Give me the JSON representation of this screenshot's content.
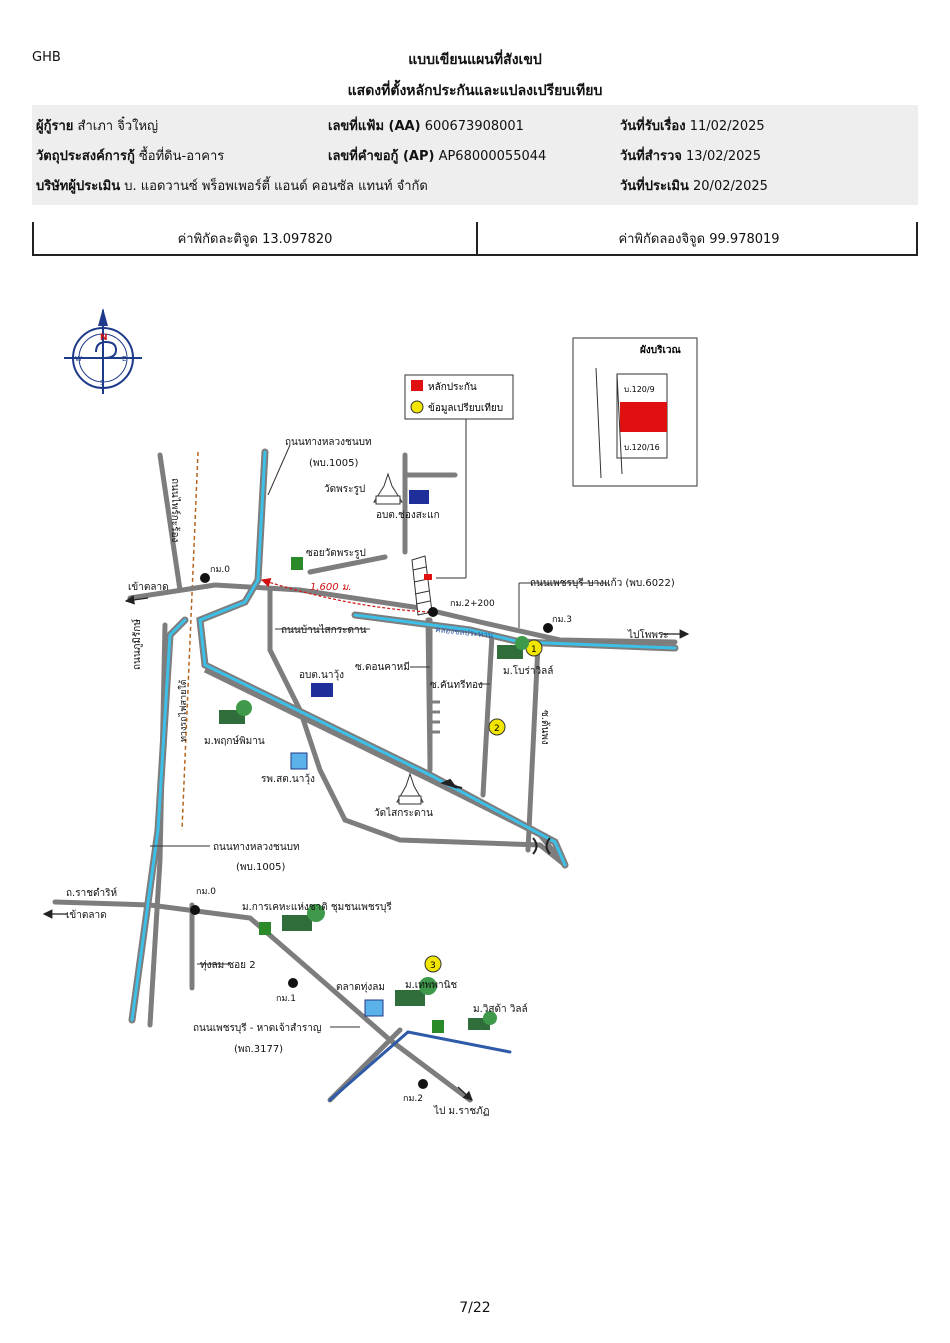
{
  "header": {
    "brand": "GHB",
    "title_line1": "แบบเขียนแผนที่สังเขป",
    "title_line2": "แสดงที่ตั้งหลักประกันและแปลงเปรียบเทียบ"
  },
  "info": {
    "borrower_label": "ผู้กู้ราย",
    "borrower_value": "สำเภา จิ๋วใหญ่",
    "file_no_label": "เลขที่แฟ้ม (AA)",
    "file_no_value": "600673908001",
    "received_label": "วันที่รับเรื่อง",
    "received_value": "11/02/2025",
    "purpose_label": "วัตถุประสงค์การกู้",
    "purpose_value": "ซื้อที่ดิน-อาคาร",
    "request_no_label": "เลขที่คำขอกู้ (AP)",
    "request_no_value": "AP68000055044",
    "survey_label": "วันที่สำรวจ",
    "survey_value": "13/02/2025",
    "appraiser_label": "บริษัทผู้ประเมิน",
    "appraiser_value": "บ. แอดวานซ์ พร็อพเพอร์ตี้ แอนด์ คอนซัล แทนท์ จำกัด",
    "appraisal_label": "วันที่ประเมิน",
    "appraisal_value": "20/02/2025"
  },
  "coords": {
    "latitude": "ค่าพิกัดละติจูด 13.097820",
    "longitude": "ค่าพิกัดลองจิจูด 99.978019"
  },
  "map": {
    "compass_n": "N",
    "compass_s": "S",
    "compass_e": "E",
    "compass_w": "W",
    "legend_collateral": "หลักประกัน",
    "legend_comparison": "ข้อมูลเปรียบเทียบ",
    "inset_title": "ผังบริเวณ",
    "inset_plot_top": "บ.120/9",
    "inset_plot_bottom": "บ.120/16",
    "road_highway_top": "ถนนทางหลวงชนบท",
    "road_highway_top_code": "(พบ.1005)",
    "road_phrai_rong": "ถนนไพร์กะร้อง",
    "wat_phra_rup": "วัดพระรูป",
    "obt_nong_sakae": "อบต.ช่องสะแก",
    "soi_wat_phra_rup": "ซอยวัดพระรูป",
    "km0_top": "กม.0",
    "to_market_top": "เข้าตลาด",
    "distance": "1,600 ม.",
    "km2_200": "กม.2+200",
    "road_phetchaburi_bangkaew": "ถนนเพชรบุรี-บางแก้ว (พบ.6022)",
    "km3": "กม.3",
    "to_pho_phra": "ไปโพพระ",
    "canal": "คลองชลประทาน",
    "road_ban_sai": "ถนนบ้านไสกระดาน",
    "obt_na_rung": "อบต.นาวุ้ง",
    "soi_don_kha_mi": "ซ.ดอนคาหมี",
    "soi_khan_tree_thong": "ซ.คันทรีทอง",
    "village_bora_villa": "ม.โบร่าวิลล์",
    "soi_ton_phong": "ซ.ต้นพง",
    "village_phruksa": "ม.พฤกษ์พิมาน",
    "hospital_na_rung": "รพ.สต.นาวุ้ง",
    "wat_sai_kradan": "วัดไสกระดาน",
    "road_phumirak": "ถนนภูมิรักษ์",
    "railway": "ทางรถไฟสายใต้",
    "road_highway_bottom": "ถนนทางหลวงชนบท",
    "road_highway_bottom_code": "(พบ.1005)",
    "road_ratchawithi": "ถ.ราชดำริห์",
    "to_market_bottom": "เข้าตลาด",
    "km0_bottom": "กม.0",
    "village_kheha": "ม.การเคหะแห่งชาติ ชุมชนเพชรบุรี",
    "soi_thung_lom_2": "ทุ่งลม ซอย 2",
    "market_thung_lom": "ตลาดทุ่งลม",
    "km1": "กม.1",
    "village_thep_phanich": "ม.เทพพานิช",
    "village_visa_villa": "ม.วิสด้า วิลล์",
    "road_phetchaburi_hat_chao": "ถนนเพชรบุรี - หาดเจ้าสำราญ",
    "road_phetchaburi_hat_chao_code": "(พถ.3177)",
    "km2": "กม.2",
    "to_rajabhat": "ไป ม.ราชภัฏ",
    "marker_1": "1",
    "marker_2": "2",
    "marker_3": "3",
    "colors": {
      "road": "#7d7d7d",
      "canal": "#3cc0e8",
      "collateral": "#e01010",
      "comparison": "#f2e600",
      "railway": "#b5651d",
      "arrow_red": "#d01010"
    }
  },
  "footer": {
    "page": "7/22"
  }
}
